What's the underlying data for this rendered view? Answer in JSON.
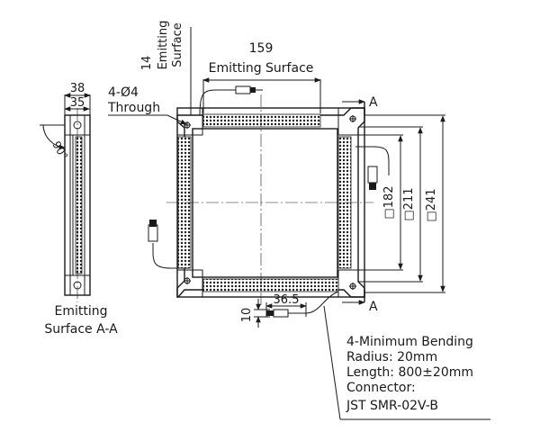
{
  "front_view": {
    "dim_width": "159",
    "dim_width_label": "Emitting Surface",
    "dim_vertical_value": "14",
    "dim_vertical_label_1": "Emitting",
    "dim_vertical_label_2": "Surface",
    "hole_note_1": "4-Ø4",
    "hole_note_2": "Through",
    "dim_inner": "□182",
    "dim_mid": "□211",
    "dim_outer": "□241",
    "section_mark_top": "A",
    "section_mark_bottom": "A",
    "dim_connector_len": "36.5",
    "dim_connector_h": "10"
  },
  "side_view": {
    "dim_outer": "38",
    "dim_inner": "35",
    "angle": "90°",
    "caption_1": "Emitting",
    "caption_2": "Surface A-A"
  },
  "note": {
    "line1": "4-Minimum Bending",
    "line2": "Radius: 20mm",
    "line3": "Length: 800±20mm",
    "line4": "Connector:",
    "line5": "JST SMR-02V-B"
  }
}
